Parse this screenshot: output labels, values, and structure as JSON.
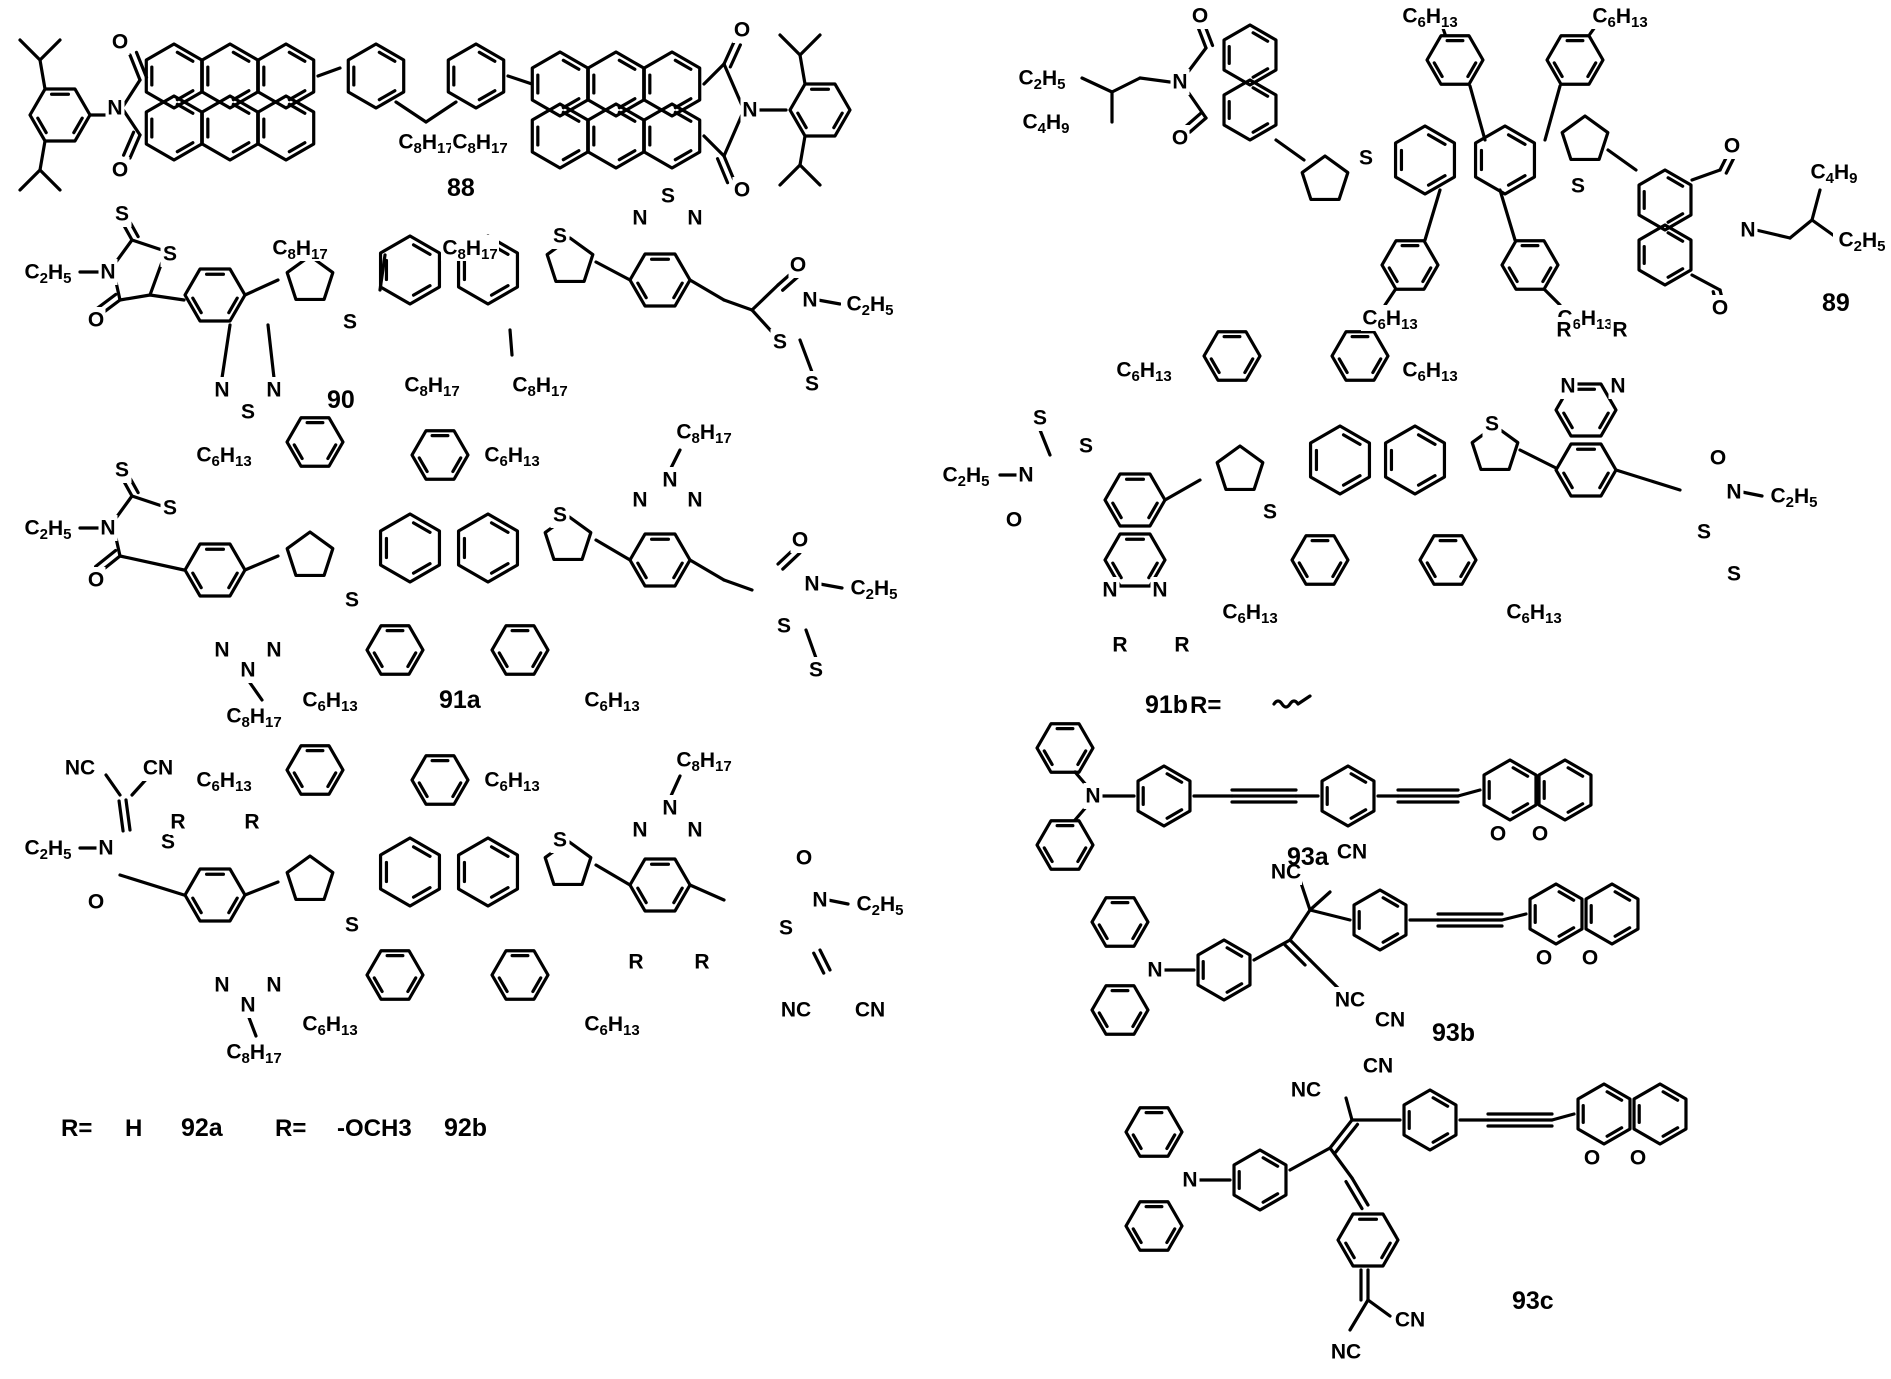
{
  "compounds": [
    {
      "id": "88"
    },
    {
      "id": "89"
    },
    {
      "id": "90"
    },
    {
      "id": "91a"
    },
    {
      "id": "91b"
    },
    {
      "id": "92a"
    },
    {
      "id": "92b"
    },
    {
      "id": "93a"
    },
    {
      "id": "93b"
    },
    {
      "id": "93c"
    }
  ],
  "legend_92": {
    "r_prefix": "R=",
    "r1": "H",
    "r2": "-OCH3"
  },
  "legend_91b": {
    "r_prefix": "R="
  },
  "atoms": {
    "O": "O",
    "N": "N",
    "S": "S",
    "R": "R",
    "NC": "NC",
    "CN": "CN",
    "C6H13": "C6H13",
    "C8H17": "C8H17",
    "C2H5": "C2H5",
    "C4H9": "C4H9"
  }
}
